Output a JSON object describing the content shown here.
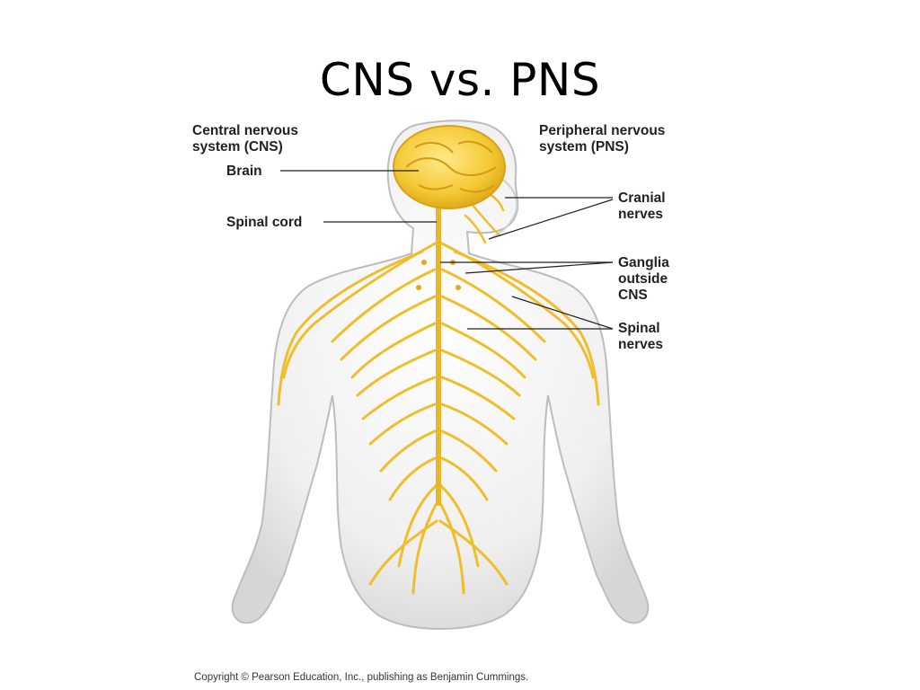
{
  "slide": {
    "title": "CNS vs. PNS"
  },
  "diagram": {
    "cns_heading": [
      "Central nervous",
      "system (CNS)"
    ],
    "pns_heading": [
      "Peripheral nervous",
      "system (PNS)"
    ],
    "labels": {
      "brain": "Brain",
      "spinal_cord": "Spinal cord",
      "cranial_nerves": [
        "Cranial",
        "nerves"
      ],
      "ganglia": [
        "Ganglia",
        "outside",
        "CNS"
      ],
      "spinal_nerves": [
        "Spinal",
        "nerves"
      ]
    },
    "colors": {
      "nerve": "#f2c230",
      "nerve_dark": "#d9a31a",
      "brain": "#f6cf3f",
      "body": "#f1f1f1",
      "body_outline": "#c9c9c9"
    },
    "copyright": "Copyright © Pearson Education, Inc., publishing as Benjamin Cummings."
  }
}
